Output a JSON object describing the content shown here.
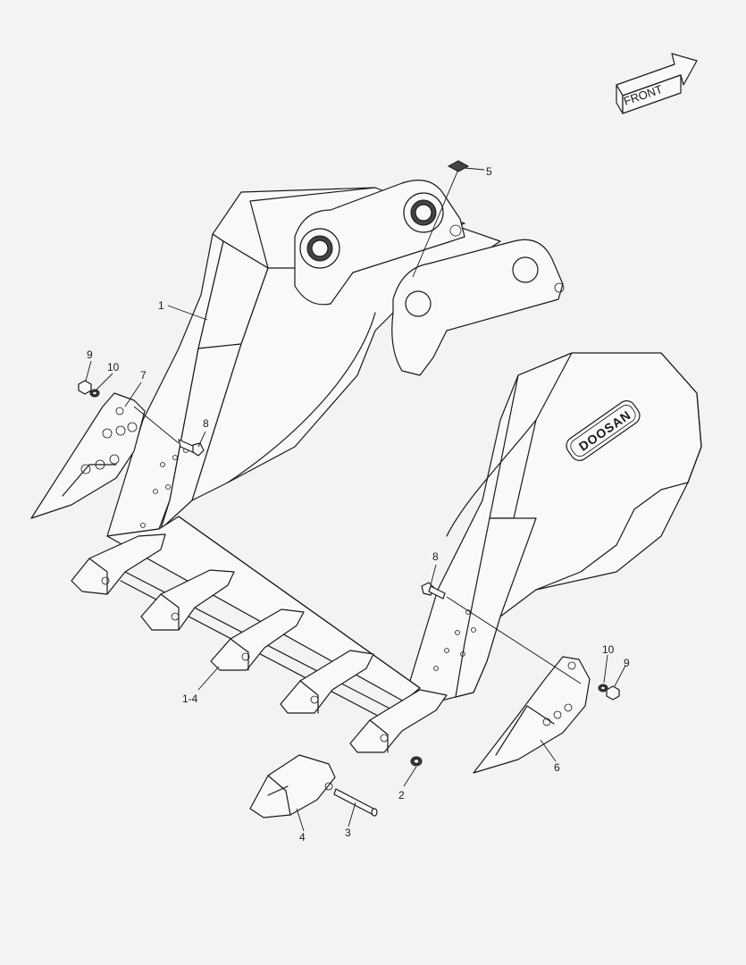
{
  "diagram": {
    "direction_label": "FRONT",
    "brand_mark": "DOOSAN",
    "callouts": [
      {
        "id": "c1",
        "text": "1"
      },
      {
        "id": "c2",
        "text": "2"
      },
      {
        "id": "c3",
        "text": "3"
      },
      {
        "id": "c4",
        "text": "4"
      },
      {
        "id": "c5",
        "text": "5"
      },
      {
        "id": "c6",
        "text": "6"
      },
      {
        "id": "c7",
        "text": "7"
      },
      {
        "id": "c8a",
        "text": "8"
      },
      {
        "id": "c8b",
        "text": "8"
      },
      {
        "id": "c9a",
        "text": "9"
      },
      {
        "id": "c9b",
        "text": "9"
      },
      {
        "id": "c10a",
        "text": "10"
      },
      {
        "id": "c10b",
        "text": "10"
      },
      {
        "id": "c14",
        "text": "1-4"
      }
    ]
  }
}
